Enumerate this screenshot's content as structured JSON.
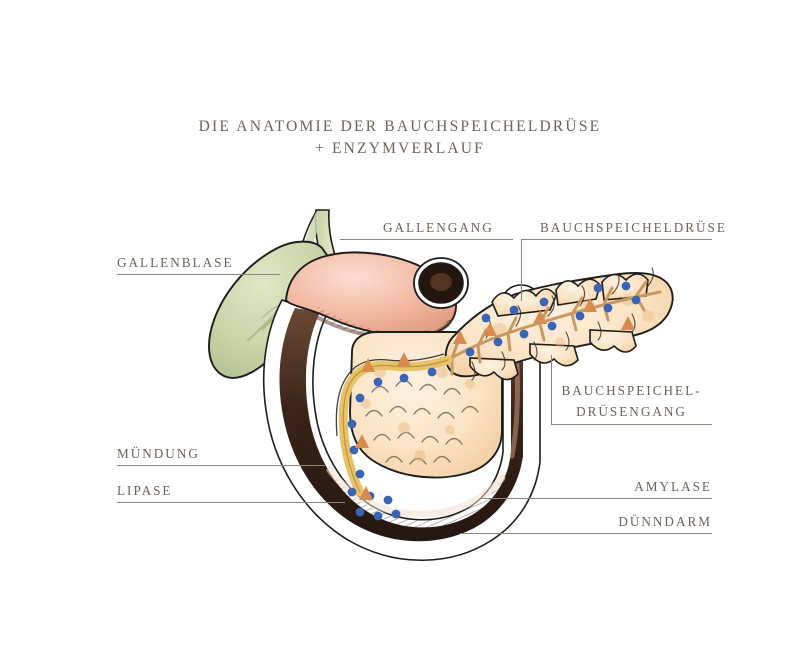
{
  "page": {
    "background": "#ffffff",
    "text_color": "#6b6459",
    "line_color": "#8d8479"
  },
  "title": {
    "line1": "DIE ANATOMIE DER BAUCHSPEICHELDRÜSE",
    "line2": "+ ENZYMVERLAUF"
  },
  "labels": {
    "gallengang": "GALLENGANG",
    "gallenblase": "GALLENBLASE",
    "bauchspeicheldruese": "BAUCHSPEICHELDRÜSE",
    "gang_line1": "BAUCHSPEICHEL-",
    "gang_line2": "DRÜSENGANG",
    "muendung": "MÜNDUNG",
    "lipase": "LIPASE",
    "amylase": "AMYLASE",
    "duenndarm": "DÜNNDARM"
  },
  "illustration": {
    "style": "watercolor-anatomical-sketch",
    "parts": {
      "gallbladder": {
        "name": "gallbladder",
        "color": "#c9d4a8",
        "outline": "#1d1d1b"
      },
      "bile_duct": {
        "name": "bile-duct",
        "color": "#ccd8ad",
        "outline": "#1d1d1b"
      },
      "duodenum": {
        "name": "duodenum",
        "color": "#f0cdbb",
        "interior": "#4a2f21",
        "outline": "#1d1d1b"
      },
      "pylorus": {
        "name": "pylorus",
        "color": "#f2b9a3",
        "outline": "#1d1d1b"
      },
      "pancreas_head": {
        "name": "pancreas-head",
        "color": "#fbe3c4",
        "outline": "#1d1d1b"
      },
      "pancreas_tail": {
        "name": "pancreas-tail",
        "color": "#fbe6cd",
        "outline": "#1d1d1b"
      },
      "pancreatic_duct": {
        "name": "pancreatic-duct",
        "color": "#e8c266",
        "outline": "#b08a38"
      },
      "duct_branches": {
        "name": "duct-branches",
        "color": "#c89a62"
      }
    },
    "enzymes": {
      "amylase_marker": {
        "shape": "circle",
        "color": "#3a64b4",
        "meaning": "AMYLASE"
      },
      "lipase_marker": {
        "shape": "triangle",
        "color": "#d98b4f",
        "meaning": "LIPASE"
      }
    }
  }
}
